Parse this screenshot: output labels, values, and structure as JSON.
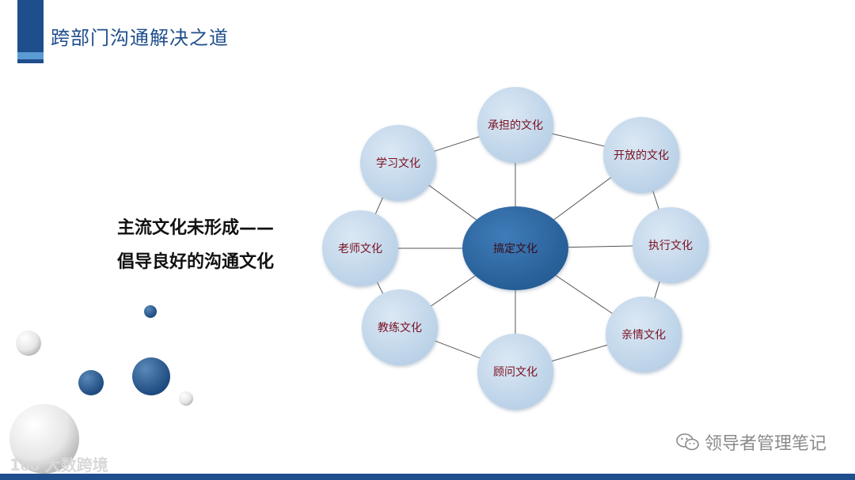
{
  "title": "跨部门沟通解决之道",
  "subtitle": {
    "line1": "主流文化未形成——",
    "line2": "倡导良好的沟通文化"
  },
  "diagram": {
    "center": "搞定文化",
    "nodes": [
      "承担的文化",
      "开放的文化",
      "执行文化",
      "亲情文化",
      "顾问文化",
      "教练文化",
      "老师文化",
      "学习文化"
    ]
  },
  "wechat_account": "领导者管理笔记",
  "watermark": "大数跨境",
  "colors": {
    "brand_blue": "#1f4e8c",
    "node_fill": "#c9dcee",
    "center_fill": "#2f6aa6",
    "label_red": "#7a1020"
  }
}
